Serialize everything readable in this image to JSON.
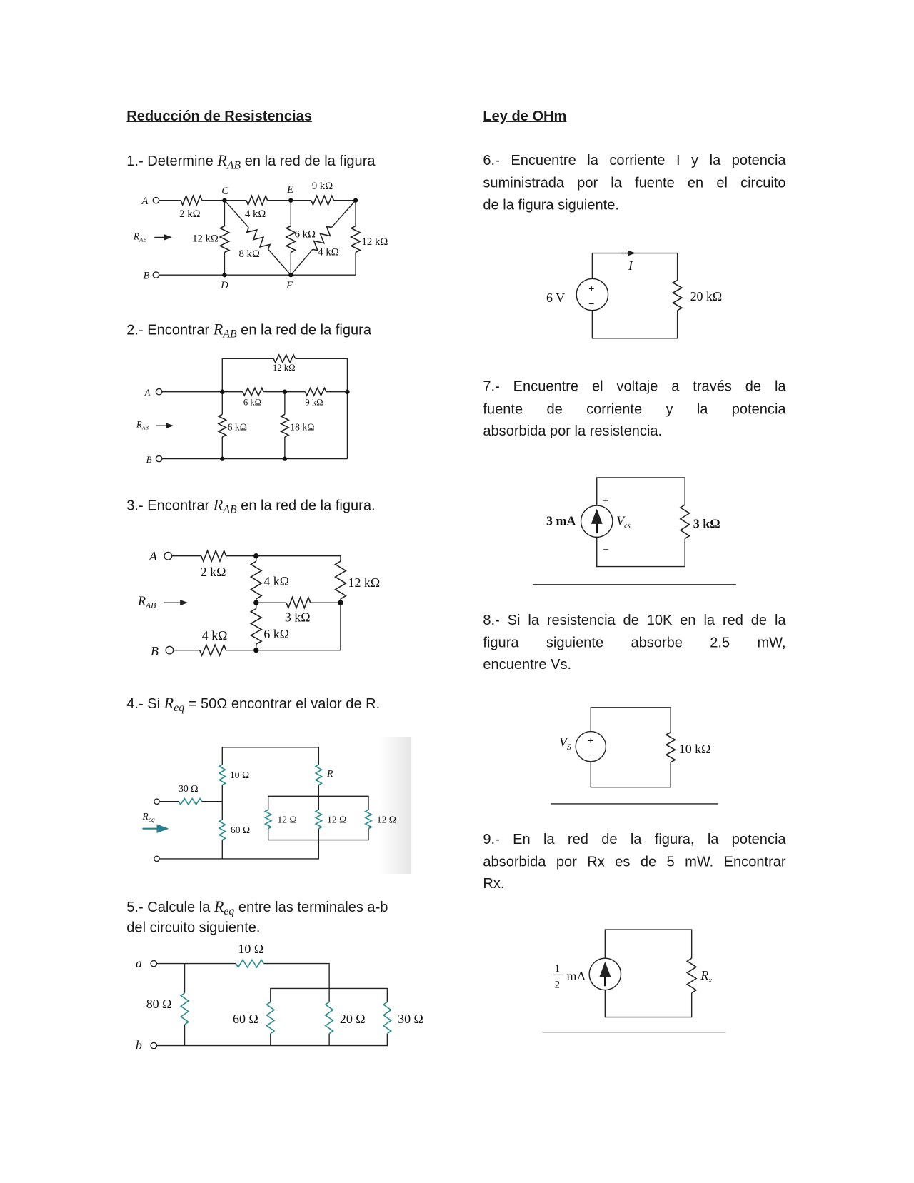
{
  "left_heading": "Reducción de Resistencias",
  "right_heading": "Ley de OHm",
  "q1": {
    "pre": "1.- Determine ",
    "var": "R",
    "sub": "AB",
    "post": " en la red de la figura",
    "labels": {
      "A": "A",
      "B": "B",
      "C": "C",
      "D": "D",
      "E": "E",
      "F": "F",
      "rab": "R",
      "rab_sub": "AB",
      "r_2k": "2 kΩ",
      "r_4k": "4 kΩ",
      "r_9k": "9 kΩ",
      "r_12k_left": "12 kΩ",
      "r_8k": "8 kΩ",
      "r_6k": "6 kΩ",
      "r_4k_diag": "4 kΩ",
      "r_12k_right": "12 kΩ"
    }
  },
  "q2": {
    "pre": "2.- Encontrar ",
    "var": "R",
    "sub": "AB",
    "post": " en la red de la figura",
    "labels": {
      "A": "A",
      "B": "B",
      "rab": "R",
      "rab_sub": "AB",
      "r_12k": "12 kΩ",
      "r_6k_h": "6 kΩ",
      "r_9k": "9 kΩ",
      "r_6k_v": "6 kΩ",
      "r_18k": "18 kΩ"
    }
  },
  "q3": {
    "pre": "3.- Encontrar ",
    "var": "R",
    "sub": "AB",
    "post": " en la red de la figura.",
    "labels": {
      "A": "A",
      "B": "B",
      "rab": "R",
      "rab_sub": "AB",
      "r_2k": "2 kΩ",
      "r_4k_v": "4 kΩ",
      "r_12k": "12 kΩ",
      "r_3k": "3 kΩ",
      "r_6k": "6 kΩ",
      "r_4k_b": "4 kΩ"
    }
  },
  "q4": {
    "pre": "4.- Si ",
    "var": "R",
    "sub": "eq",
    "post": " = 50Ω  encontrar el valor de R.",
    "labels": {
      "req": "R",
      "req_sub": "eq",
      "r_30": "30 Ω",
      "r_10": "10 Ω",
      "r_60": "60 Ω",
      "r_R": "R",
      "r_12a": "12 Ω",
      "r_12b": "12 Ω",
      "r_12c": "12 Ω"
    }
  },
  "q5": {
    "pre": "5.- Calcule la  ",
    "var": "R",
    "sub": "eq",
    "post": " entre las terminales a-b",
    "line2": "del circuito siguiente.",
    "labels": {
      "a": "a",
      "b": "b",
      "r_10": "10 Ω",
      "r_80": "80 Ω",
      "r_60": "60 Ω",
      "r_20": "20 Ω",
      "r_30": "30 Ω"
    }
  },
  "q6": {
    "lines": [
      "6.- Encuentre la corriente I y la potencia",
      "suministrada por la fuente en el circuito",
      "de la figura siguiente."
    ],
    "labels": {
      "source": "6 V",
      "current": "I",
      "resistor": "20 kΩ",
      "plus": "+",
      "minus": "−"
    }
  },
  "q7": {
    "lines": [
      "7.- Encuentre el voltaje a través de la",
      "fuente de corriente y la potencia",
      "absorbida por la resistencia."
    ],
    "labels": {
      "source": "3 mA",
      "voltage": "V",
      "voltage_sub": "cs",
      "resistor": "3 kΩ",
      "plus": "+",
      "minus": "−"
    }
  },
  "q8": {
    "lines": [
      "8.- Si la resistencia de 10K en la red de la",
      "figura siguiente absorbe 2.5 mW,",
      "encuentre Vs."
    ],
    "labels": {
      "source": "V",
      "source_sub": "S",
      "resistor": "10 kΩ",
      "plus": "+",
      "minus": "−"
    }
  },
  "q9": {
    "lines": [
      "9.- En la red de la figura, la potencia",
      "absorbida por Rx es de 5 mW. Encontrar",
      "Rx."
    ],
    "labels": {
      "num": "1",
      "den": "2",
      "unit": "mA",
      "resistor": "R",
      "resistor_sub": "x"
    }
  },
  "colors": {
    "teal_resistor": "#2a8c8c",
    "teal_arrow": "#2a7f8f"
  }
}
